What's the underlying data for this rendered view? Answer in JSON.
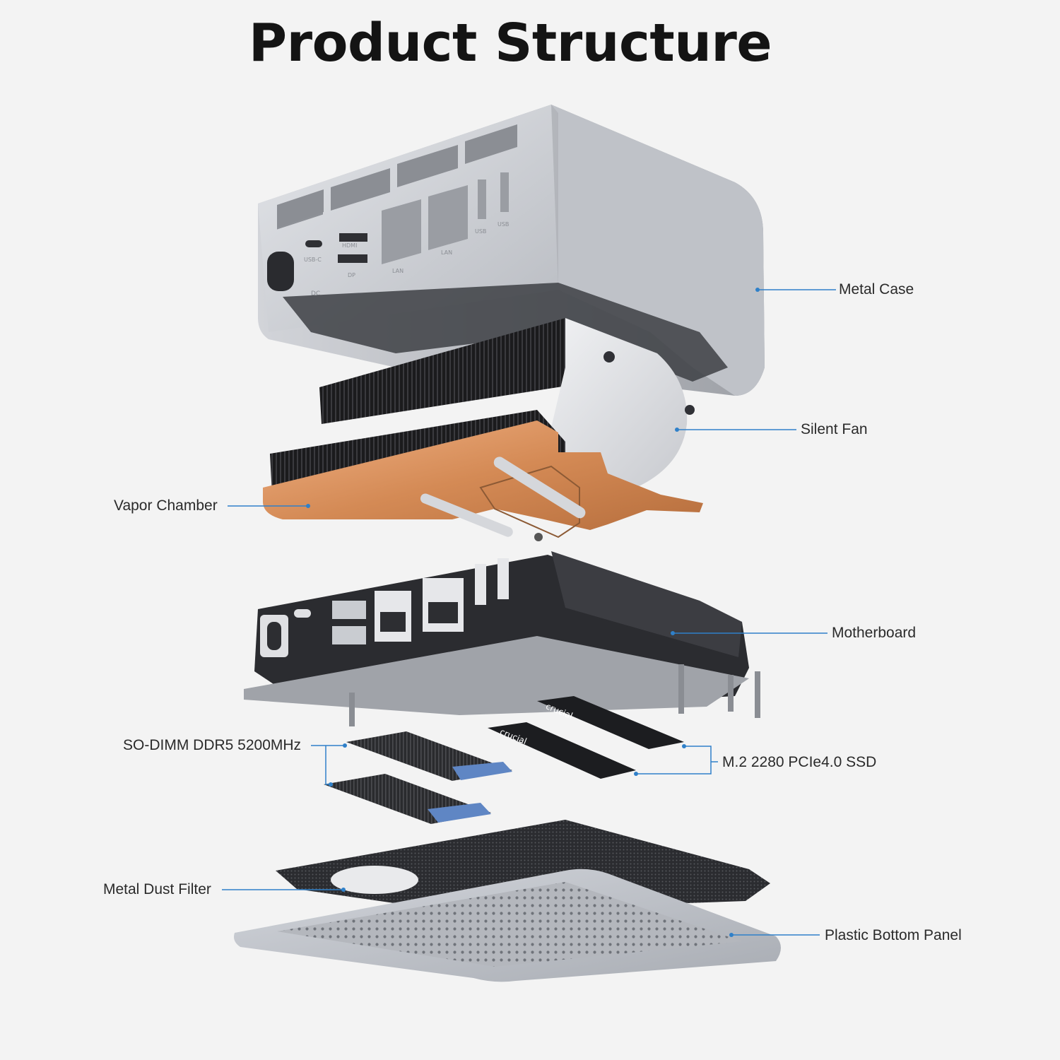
{
  "title": "Product Structure",
  "colors": {
    "leader": "#2f80c9",
    "copper": "#d8935e",
    "aluminium": "#c9ccd2",
    "background": "#f3f3f3"
  },
  "case_ports": {
    "usb_c": "USB-C",
    "hdmi": "HDMI",
    "dp": "DP",
    "lan_1": "LAN",
    "lan_2": "LAN",
    "usb_1": "USB",
    "usb_2": "USB",
    "dc": "DC"
  },
  "ssd_brand": "crucial",
  "labels": {
    "metal_case": "Metal Case",
    "silent_fan": "Silent Fan",
    "vapor_chamber": "Vapor Chamber",
    "motherboard": "Motherboard",
    "so_dimm": "SO-DIMM DDR5 5200MHz",
    "m2_ssd": "M.2 2280 PCIe4.0 SSD",
    "metal_dust_filter": "Metal Dust Filter",
    "plastic_bottom_panel": "Plastic Bottom Panel"
  }
}
